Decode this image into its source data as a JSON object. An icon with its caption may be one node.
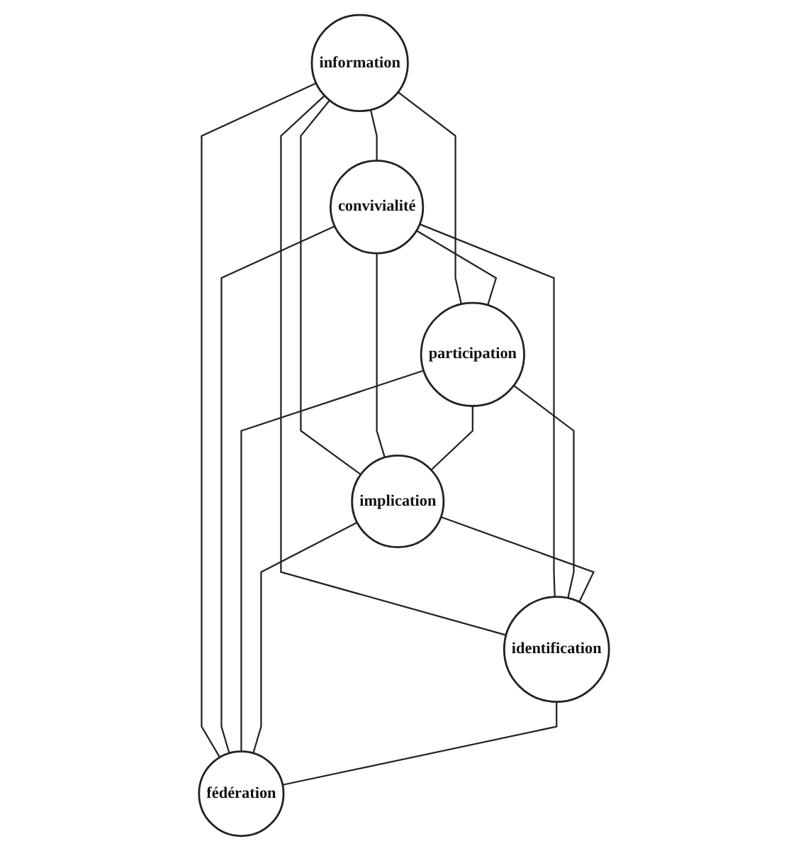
{
  "diagram": {
    "nodes": [
      {
        "text": [
          "information"
        ]
      },
      {
        "text": [
          "convivialité"
        ]
      },
      {
        "text": [
          "participation"
        ]
      },
      {
        "text": [
          "implication"
        ]
      },
      {
        "text": [
          "fédération"
        ]
      },
      {
        "text": [
          "identification"
        ]
      }
    ],
    "edges": [
      {
        "from": 0,
        "to": 1,
        "arrow": "none"
      },
      {
        "from": 0,
        "to": 2,
        "arrow": "none"
      },
      {
        "from": 0,
        "to": 3,
        "arrow": "none"
      },
      {
        "from": 0,
        "to": 4,
        "arrow": "none"
      },
      {
        "from": 0,
        "to": 5,
        "arrow": "none"
      },
      {
        "from": 1,
        "to": 2,
        "arrow": "none"
      },
      {
        "from": 1,
        "to": 3,
        "arrow": "none"
      },
      {
        "from": 1,
        "to": 4,
        "arrow": "none"
      },
      {
        "from": 1,
        "to": 5,
        "arrow": "none"
      },
      {
        "from": 2,
        "to": 3,
        "arrow": "none"
      },
      {
        "from": 2,
        "to": 4,
        "arrow": "none"
      },
      {
        "from": 2,
        "to": 5,
        "arrow": "none"
      },
      {
        "from": 3,
        "to": 4,
        "arrow": "none"
      },
      {
        "from": 3,
        "to": 5,
        "arrow": "none"
      },
      {
        "from": 5,
        "to": 4,
        "arrow": "none"
      }
    ]
  }
}
